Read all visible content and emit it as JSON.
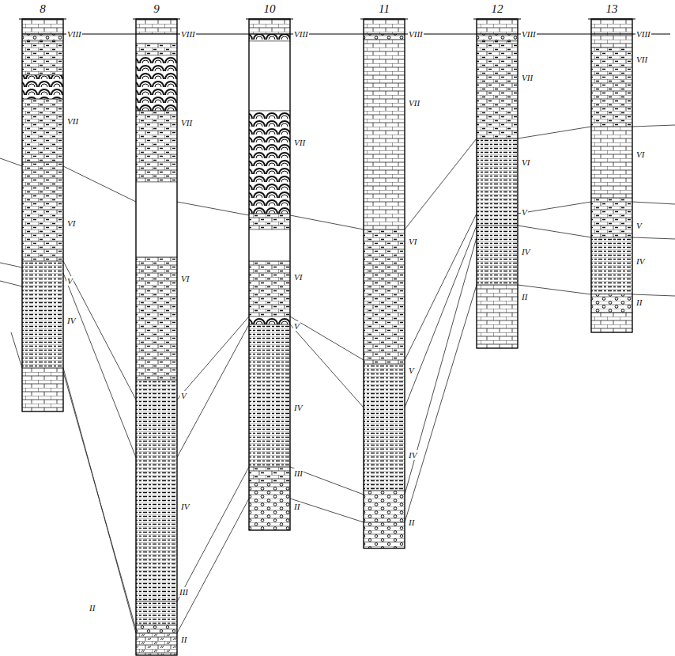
{
  "diagram": {
    "nodes": [
      {
        "text": [
          "8"
        ]
      },
      {
        "text": [
          "9"
        ]
      },
      {
        "text": [
          "10"
        ]
      },
      {
        "text": [
          "11"
        ]
      },
      {
        "text": [
          "12"
        ]
      },
      {
        "text": [
          "13"
        ]
      }
    ],
    "labels": [
      "VIII",
      "VII",
      "VI",
      "V",
      "IV",
      "II",
      "VIII",
      "VII",
      "VI",
      "V",
      "IV",
      "III",
      "II",
      "VIII",
      "VII",
      "VI",
      "V",
      "IV",
      "III",
      "II",
      "VIII",
      "VII",
      "VI",
      "V",
      "IV",
      "II",
      "VIII",
      "VII",
      "VI",
      "V",
      "IV",
      "II",
      "VIII",
      "VII",
      "VI",
      "V",
      "IV",
      "II"
    ]
  }
}
